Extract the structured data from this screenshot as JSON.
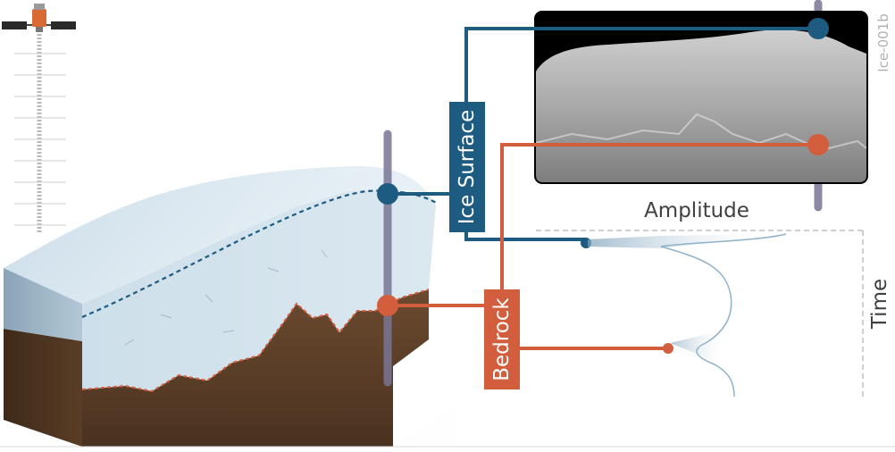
{
  "labels": {
    "ice_surface": "Ice Surface",
    "bedrock": "Bedrock",
    "amplitude": "Amplitude",
    "time": "Time",
    "figure_id": "Ice-001b"
  },
  "colors": {
    "ice_surface": "#1d5b80",
    "bedrock": "#d35e3e",
    "radar_pole": "#7a7596",
    "trace": "#8fb2c8"
  },
  "icons": [
    "satellite-icon"
  ]
}
